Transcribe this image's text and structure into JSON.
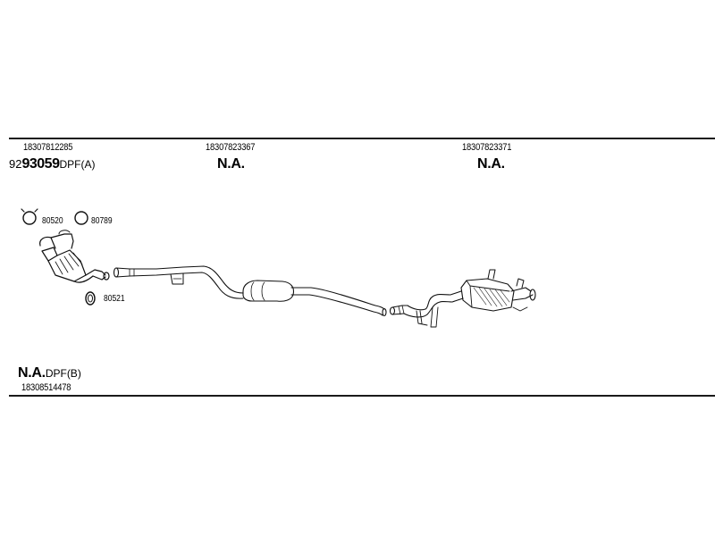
{
  "sections": [
    {
      "part_number": "18307812285",
      "code_prefix": "92",
      "code": "93059",
      "code_suffix": "DPF(A)"
    },
    {
      "part_number": "18307823367",
      "code": "N.A."
    },
    {
      "part_number": "18307823371",
      "code": "N.A."
    }
  ],
  "bottom": {
    "code": "N.A.",
    "code_suffix": "DPF(B)",
    "part_number": "18308514478"
  },
  "clamps": [
    {
      "id": "clamp-80520",
      "label": "80520"
    },
    {
      "id": "clamp-80789",
      "label": "80789"
    },
    {
      "id": "clamp-80521",
      "label": "80521"
    }
  ]
}
